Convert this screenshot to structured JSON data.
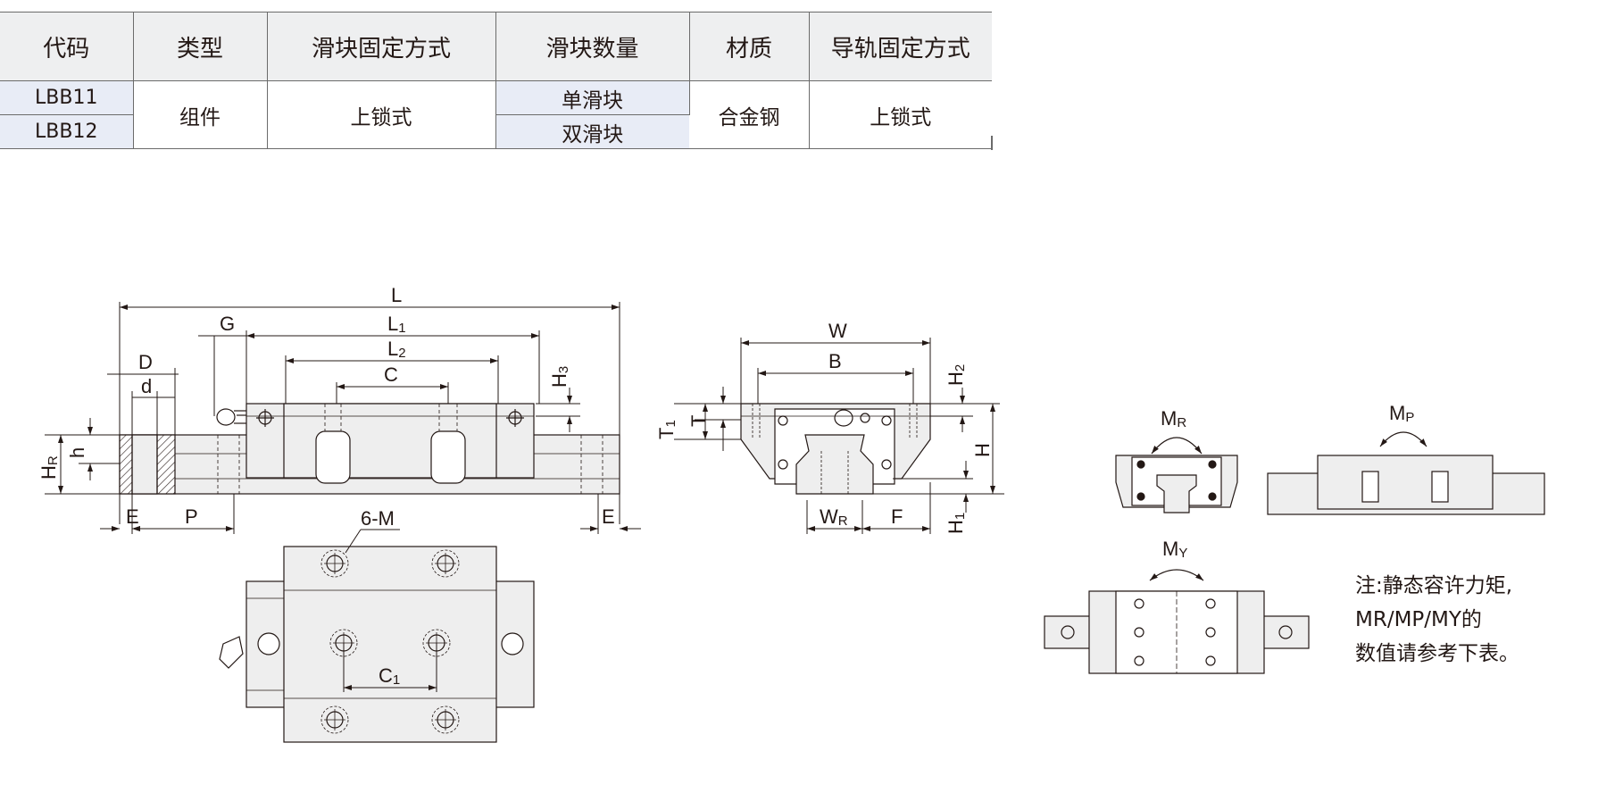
{
  "table": {
    "headers": [
      "代码",
      "类型",
      "滑块固定方式",
      "滑块数量",
      "材质",
      "导轨固定方式"
    ],
    "codes": [
      "LBB11",
      "LBB12"
    ],
    "type": "组件",
    "block_mount": "上锁式",
    "block_qty": [
      "单滑块",
      "双滑块"
    ],
    "material": "合金钢",
    "rail_mount": "上锁式"
  },
  "dims": {
    "L": "L",
    "L1": "L",
    "L1_sub": "1",
    "L2": "L",
    "L2_sub": "2",
    "C": "C",
    "G": "G",
    "D": "D",
    "d": "d",
    "HR": "H",
    "HR_sub": "R",
    "h": "h",
    "H3": "H",
    "H3_sub": "3",
    "E": "E",
    "P": "P",
    "E2": "E",
    "M": "6-M",
    "C1": "C",
    "C1_sub": "1",
    "W": "W",
    "B": "B",
    "H2": "H",
    "H2_sub": "2",
    "T1": "T",
    "T1_sub": "1",
    "T": "T",
    "H": "H",
    "H1": "H",
    "H1_sub": "1",
    "WR": "W",
    "WR_sub": "R",
    "F": "F",
    "MR": "M",
    "MR_sub": "R",
    "MP": "M",
    "MP_sub": "P",
    "MY": "M",
    "MY_sub": "Y"
  },
  "note": {
    "line1": "注:静态容许力矩,",
    "line2": "MR/MP/MY的",
    "line3": "数值请参考下表。"
  }
}
